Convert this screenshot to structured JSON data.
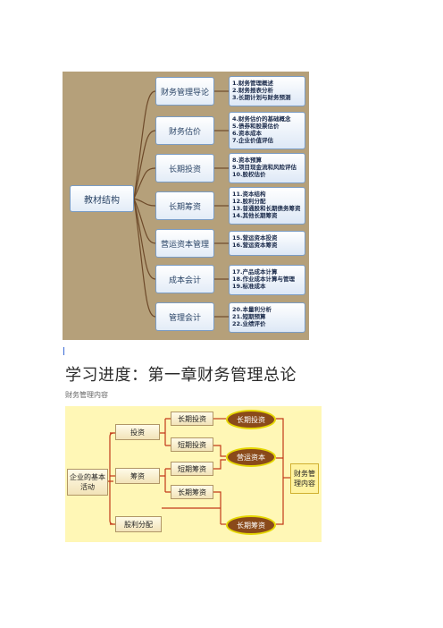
{
  "diagram1": {
    "root": "教材结构",
    "branches": [
      {
        "label": "财务管理导论",
        "items": [
          "1.财务管理概述",
          "2.财务报表分析",
          "3.长期计划与财务预测"
        ]
      },
      {
        "label": "财务估价",
        "items": [
          "4.财务估价的基础概念",
          "5.债券和股票估价",
          "6.资本成本",
          "7.企业价值评估"
        ]
      },
      {
        "label": "长期投资",
        "items": [
          "8.资本预算",
          "9.项目现金流和风险评估",
          "10.股权估价"
        ]
      },
      {
        "label": "长期筹资",
        "items": [
          "11.资本结构",
          "12.股利分配",
          "13.普通股和长期债务筹资",
          "14.其他长期筹资"
        ]
      },
      {
        "label": "营运资本管理",
        "items": [
          "15.营运资本投资",
          "16.营运资本筹资"
        ]
      },
      {
        "label": "成本会计",
        "items": [
          "17.产品成本计算",
          "18.作业成本计算与管理",
          "19.标准成本"
        ]
      },
      {
        "label": "管理会计",
        "items": [
          "20.本量利分析",
          "21.短期预算",
          "22.业绩评价"
        ]
      }
    ]
  },
  "heading": {
    "title": "学习进度：第一章财务管理总论",
    "subtitle": "财务管理内容"
  },
  "diagram2": {
    "root": "企业的基本活动",
    "activities": [
      "投资",
      "筹资",
      "股利分配"
    ],
    "sub_activities": [
      "长期投资",
      "短期投资",
      "短期筹资",
      "长期筹资"
    ],
    "ovals": [
      "长期投资",
      "营运资本",
      "长期筹资"
    ],
    "result": "财务管理内容"
  },
  "colors": {
    "diagram1_bg": "#b5a07a",
    "diagram2_bg": "#fff7b6",
    "oval_fill": "#8a4a1a",
    "oval_border": "#e5d600",
    "connector1": "#6e4a2a",
    "connector2": "#c23a1a"
  }
}
